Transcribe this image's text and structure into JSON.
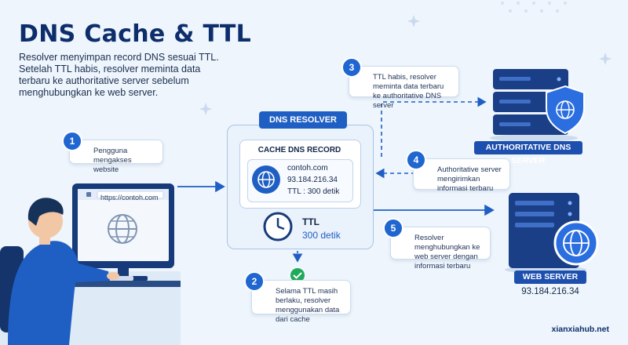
{
  "title": "DNS Cache & TTL",
  "subtitle": "Resolver menyimpan record DNS sesuai TTL. Setelah TTL habis, resolver meminta data terbaru ke authoritative server sebelum menghubungkan ke web server.",
  "steps": [
    {
      "num": "1",
      "text": "Pengguna mengakses website"
    },
    {
      "num": "2",
      "text": "Selama TTL masih berlaku, resolver menggunakan data dari cache"
    },
    {
      "num": "3",
      "text": "TTL habis, resolver meminta data terbaru ke authoritative DNS server"
    },
    {
      "num": "4",
      "text": "Authoritative server mengirimkan informasi terbaru"
    },
    {
      "num": "5",
      "text": "Resolver menghubungkan ke web server dengan informasi terbaru"
    }
  ],
  "browser": {
    "url": "https://contoh.com"
  },
  "resolver": {
    "title": "DNS RESOLVER",
    "cache_title": "CACHE DNS RECORD",
    "domain": "contoh.com",
    "ip": "93.184.216.34",
    "ttl_line": "TTL : 300 detik",
    "ttl_label": "TTL",
    "ttl_value": "300 detik"
  },
  "auth_server": {
    "label": "AUTHORITATIVE DNS SERVER"
  },
  "web_server": {
    "label": "WEB SERVER",
    "ip": "93.184.216.34"
  },
  "watermark": "xianxiahub.net",
  "colors": {
    "primary": "#1f5fc4",
    "dark": "#0d2d6b",
    "check": "#1faa59",
    "background": "#eef5fc"
  }
}
